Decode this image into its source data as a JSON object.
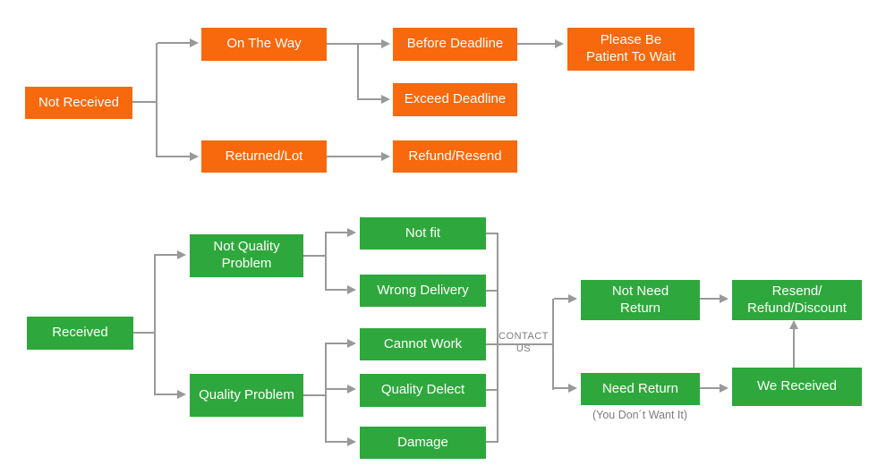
{
  "colors": {
    "orange": "#F8680C",
    "green": "#2EA83C",
    "line": "#999999",
    "label_gray": "#7D7D7D",
    "background": "#FFFFFF"
  },
  "nodes": {
    "not_received": "Not Received",
    "on_the_way": "On The Way",
    "returned_lot": "Returned/Lot",
    "before_deadline": "Before Deadline",
    "exceed_deadline": "Exceed Deadline",
    "refund_resend": "Refund/Resend",
    "please_be_patient": "Please Be\nPatient To Wait",
    "received": "Received",
    "not_quality_problem": "Not Quality\nProblem",
    "quality_problem": "Quality Problem",
    "not_fit": "Not fit",
    "wrong_delivery": "Wrong Delivery",
    "cannot_work": "Cannot Work",
    "quality_delect": "Quality Delect",
    "damage": "Damage",
    "not_need_return": "Not Need\nReturn",
    "need_return": "Need Return",
    "resend_refund_discount": "Resend/\nRefund/Discount",
    "we_received": "We Received"
  },
  "labels": {
    "contact_us": "CONTACT\nUS",
    "you_dont_want_it": "(You Don´t Want It)"
  }
}
